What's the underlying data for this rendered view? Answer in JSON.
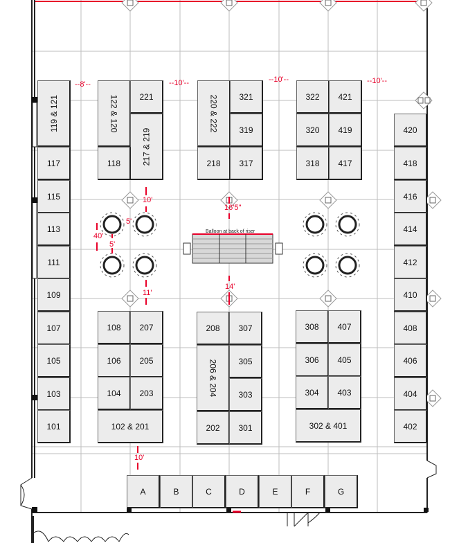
{
  "booths": {
    "b119_121": "119 & 121",
    "b122_120": "122 & 120",
    "b221": "221",
    "b217_219": "217 & 219",
    "b118": "118",
    "b220_222": "220 & 222",
    "b321": "321",
    "b319": "319",
    "b218": "218",
    "b317": "317",
    "b322": "322",
    "b421": "421",
    "b320": "320",
    "b419": "419",
    "b318": "318",
    "b417": "417",
    "b117": "117",
    "b115": "115",
    "b113": "113",
    "b111": "111",
    "b109": "109",
    "b107": "107",
    "b105": "105",
    "b103": "103",
    "b101": "101",
    "b420": "420",
    "b418": "418",
    "b416": "416",
    "b414": "414",
    "b412": "412",
    "b410": "410",
    "b408": "408",
    "b406": "406",
    "b404": "404",
    "b402": "402",
    "b108": "108",
    "b207": "207",
    "b106": "106",
    "b205": "205",
    "b104": "104",
    "b203": "203",
    "b102_201": "102 & 201",
    "b208": "208",
    "b307": "307",
    "b206_204": "206 & 204",
    "b305": "305",
    "b303": "303",
    "b202": "202",
    "b301": "301",
    "b308": "308",
    "b407": "407",
    "b306": "306",
    "b405": "405",
    "b304": "304",
    "b403": "403",
    "b302_401": "302 & 401",
    "bA": "A",
    "bB": "B",
    "bC": "C",
    "bD": "D",
    "bE": "E",
    "bF": "F",
    "bG": "G"
  },
  "dimensions": {
    "d8": "--8'--",
    "d10a": "--10'--",
    "d10b": "--10'--",
    "d10c": "--10'--",
    "d10_left": "10'",
    "d5a": "5'",
    "d40": "40'",
    "d5b": "5'",
    "d11": "11'",
    "d16_5": "16'5\"",
    "d14": "14'",
    "d10_bottom": "10'"
  },
  "notes": {
    "riser": "Balloon at back of riser"
  },
  "colors": {
    "dimension_red": "#e8002a",
    "booth_fill": "#ececec",
    "grid_line": "#bdbdbd",
    "wall": "#222222"
  }
}
